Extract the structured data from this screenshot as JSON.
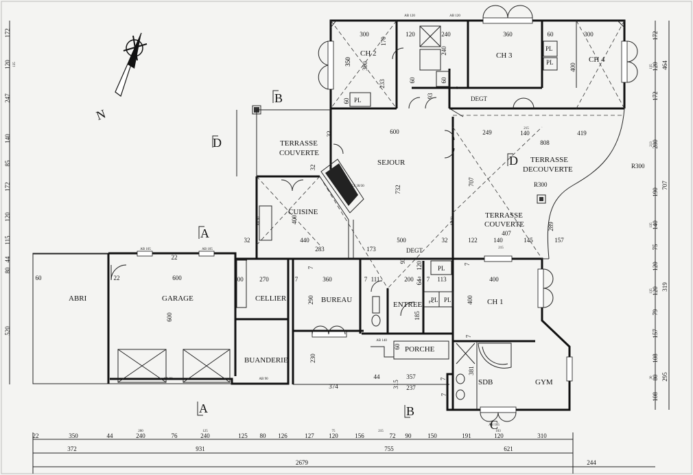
{
  "rooms": {
    "abri": "ABRI",
    "garage": "GARAGE",
    "cellier": "CELLIER",
    "buanderie": "BUANDERIE",
    "bureau": "BUREAU",
    "entree": "ENTREE",
    "porche": "PORCHE",
    "ch1": "CH 1",
    "sdb": "SDB",
    "gym": "GYM",
    "cuisine": "CUISINE",
    "sejour": "SEJOUR",
    "terrasse_couverte_nw_1": "TERRASSE",
    "terrasse_couverte_nw_2": "COUVERTE",
    "terrasse_couverte_e_1": "TERRASSE",
    "terrasse_couverte_e_2": "COUVERTE",
    "terrasse_decouverte_1": "TERRASSE",
    "terrasse_decouverte_2": "DECOUVERTE",
    "ch2": "CH 2",
    "ch3": "CH 3",
    "ch4": "CH 4",
    "degt_top": "DEGT",
    "degt_mid": "DEGT",
    "pl": "PL",
    "r300": "R300",
    "cf": "CF 30/30"
  },
  "sections": {
    "a": "A",
    "b": "B",
    "c": "C",
    "d": "D"
  },
  "compass": {
    "north": "N"
  },
  "dims": {
    "bottom_row1": [
      "22",
      "350",
      "44",
      "240",
      "76",
      "240",
      "125",
      "80",
      "126",
      "127",
      "120",
      "156",
      "72",
      "90",
      "150",
      "191",
      "120",
      "310"
    ],
    "bottom_row2": [
      "372",
      "931",
      "755",
      "621"
    ],
    "bottom_row3": [
      "2679",
      "244"
    ],
    "bottom_small": [
      "200",
      "125",
      "75",
      "215",
      "103"
    ],
    "left": [
      "172",
      "120",
      "247",
      "140",
      "85",
      "172",
      "120",
      "115",
      "44",
      "80",
      "520"
    ],
    "left_small": [
      "135"
    ],
    "right_inner": [
      "172",
      "120",
      "172",
      "280",
      "190",
      "140",
      "75",
      "120",
      "120",
      "79",
      "157",
      "108",
      "80",
      "108"
    ],
    "right_outer": [
      "464",
      "707",
      "319",
      "295"
    ],
    "right_small": [
      "135",
      "213",
      "135",
      "135",
      "30"
    ],
    "top": [
      "300",
      "120",
      "240",
      "360",
      "60",
      "300",
      "170",
      "350",
      "300",
      "400",
      "233",
      "240",
      "60",
      "60",
      "93",
      "7",
      "60"
    ],
    "interior": [
      "600",
      "732",
      "808",
      "140",
      "249",
      "419",
      "707",
      "407",
      "122",
      "140",
      "145",
      "289",
      "157",
      "440",
      "283",
      "173",
      "500",
      "32",
      "32",
      "32",
      "32",
      "400",
      "350",
      "600",
      "600",
      "270",
      "360",
      "111",
      "200",
      "113",
      "400",
      "290",
      "185",
      "400",
      "230",
      "374",
      "44",
      "357",
      "315",
      "237",
      "381",
      "300",
      "7",
      "7",
      "7",
      "7",
      "7",
      "60",
      "120",
      "64",
      "93",
      "7",
      "7",
      "7",
      "7",
      "7",
      "60",
      "22",
      "22",
      "7"
    ],
    "small_labels": [
      "AB 105",
      "AB 105",
      "AB 140",
      "AB 90",
      "AB 90",
      "AB 120",
      "AB 120",
      "AB 60",
      "AB 105",
      "AB 60",
      "215",
      "215"
    ]
  }
}
